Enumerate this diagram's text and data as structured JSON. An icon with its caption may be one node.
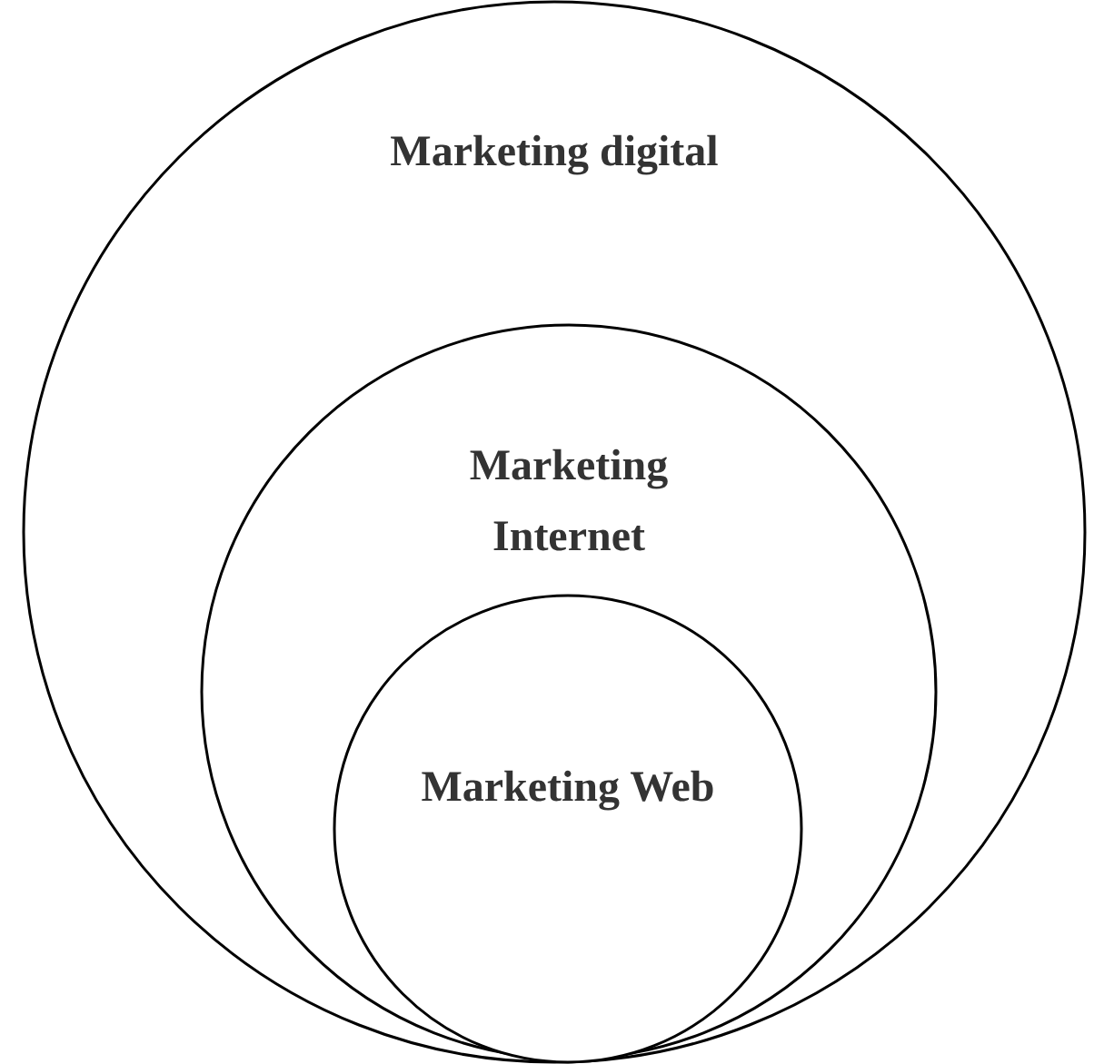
{
  "diagram": {
    "nodes": [
      {
        "text": [
          "Marketing digital"
        ]
      },
      {
        "text": [
          "Marketing Internet"
        ],
        "in": 0
      },
      {
        "text": [
          "Marketing Web"
        ],
        "in": 1
      }
    ]
  }
}
